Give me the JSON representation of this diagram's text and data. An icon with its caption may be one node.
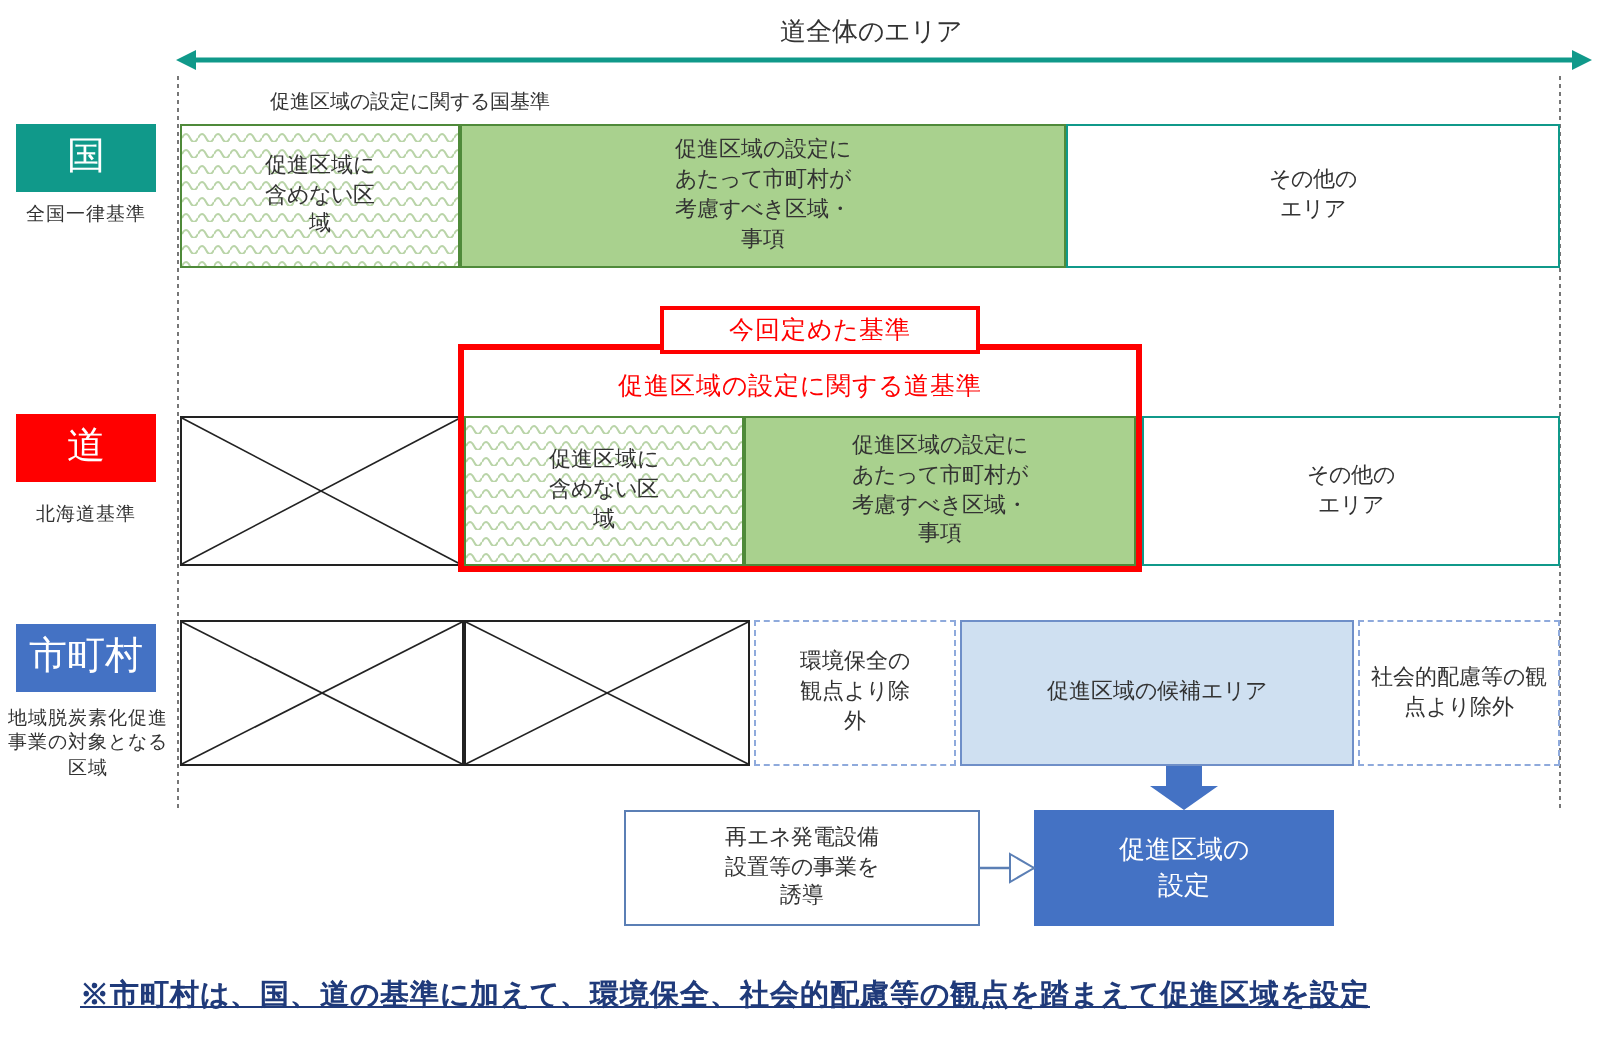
{
  "diagram": {
    "caption": "※市町村は、国、道の基準に加えて、環境保全、社会的配慮等の観点を踏まえて促進区域を設定",
    "nodes": [
      {
        "text": [
          "国"
        ],
        "beside": [
          "全国一律基準"
        ]
      },
      {
        "text": [
          "促進区域に含めない区域"
        ]
      },
      {
        "text": [
          "促進区域の設定にあたって市町村が考慮すべき区域・事項"
        ]
      },
      {
        "text": [
          "その他のエリア"
        ]
      },
      {
        "text": [
          "道"
        ],
        "beside": [
          "北海道基準"
        ]
      },
      {
        "text": [],
        "shape": "box"
      },
      {
        "text": [
          "促進区域の設定に関する道基準"
        ]
      },
      {
        "text": [
          "今回定めた基準"
        ]
      },
      {
        "text": [
          "促進区域に含めない区域"
        ],
        "in": 6
      },
      {
        "text": [
          "促進区域の設定にあたって市町村が考慮すべき区域・事項"
        ],
        "in": 6
      },
      {
        "text": [
          "その他のエリア"
        ]
      },
      {
        "text": [
          "市町村"
        ],
        "beside": [
          "地域脱炭素化促進事業の対象となる区域"
        ]
      },
      {
        "text": [],
        "shape": "box"
      },
      {
        "text": [],
        "shape": "box"
      },
      {
        "text": [
          "環境保全の観点より除外"
        ]
      },
      {
        "text": [
          "促進区域の候補エリア"
        ]
      },
      {
        "text": [
          "社会的配慮等の観点より除外"
        ]
      },
      {
        "text": [
          "再エネ発電設備設置等の事業を誘導"
        ]
      },
      {
        "text": [
          "促進区域の設定"
        ]
      }
    ],
    "edges": [
      {
        "from": 15,
        "to": 18,
        "arrow": "to",
        "style": "thick",
        "color": "#4472c4"
      },
      {
        "from": 17,
        "to": 18,
        "arrow": "to"
      }
    ],
    "labels": [
      "道全体のエリア",
      "促進区域の設定に関する国基準"
    ]
  }
}
